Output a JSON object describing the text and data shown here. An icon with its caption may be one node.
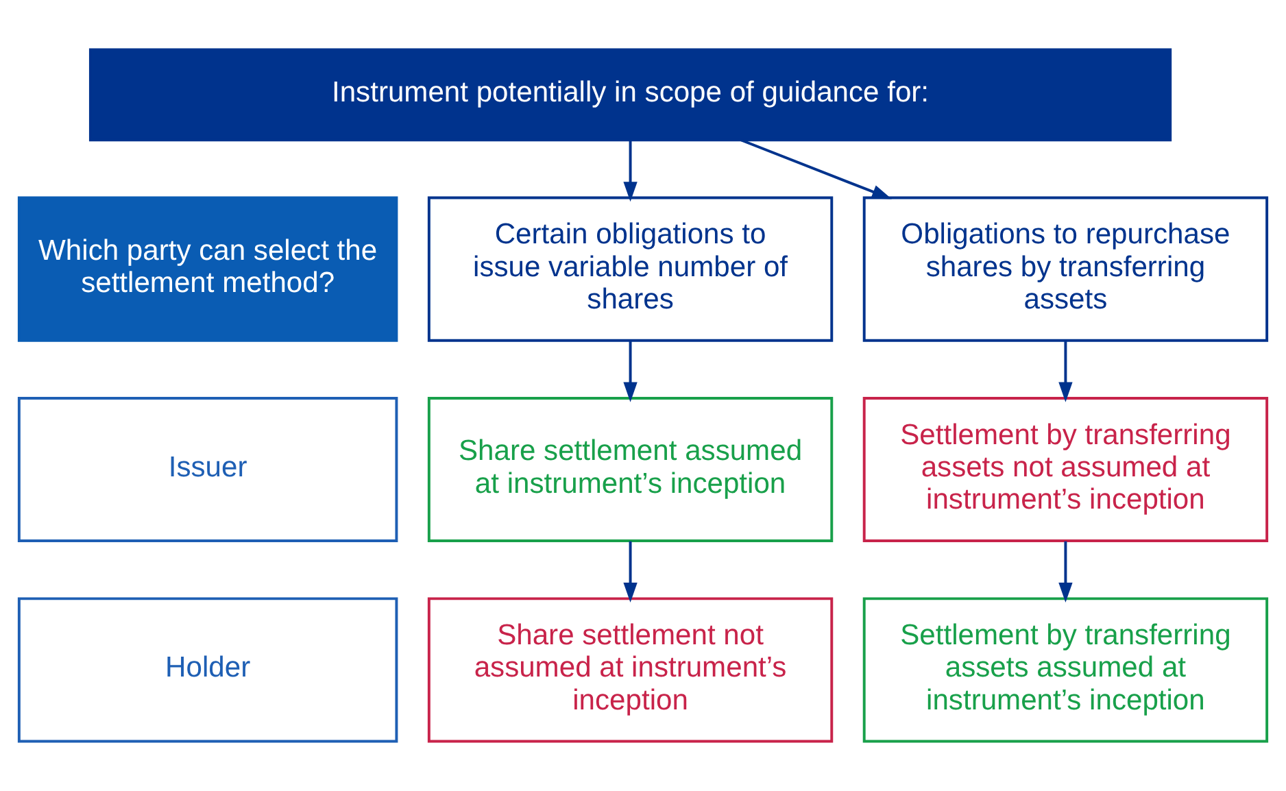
{
  "diagram": {
    "nodes": [
      {
        "text": [
          "Instrument potentially in scope of guidance for:"
        ]
      },
      {
        "text": [
          "Which party can select the settlement method?"
        ]
      },
      {
        "text": [
          "Certain obligations to issue variable number of shares"
        ]
      },
      {
        "text": [
          "Obligations to repurchase shares by transferring assets"
        ]
      },
      {
        "text": [
          "Issuer"
        ]
      },
      {
        "text": [
          "Share settlement assumed at instrument’s inception"
        ]
      },
      {
        "text": [
          "Settlement by transferring assets not assumed at instrument’s inception"
        ]
      },
      {
        "text": [
          "Holder"
        ]
      },
      {
        "text": [
          "Share settlement not assumed at instrument’s inception"
        ]
      },
      {
        "text": [
          "Settlement by transferring assets assumed at instrument’s inception"
        ]
      }
    ],
    "edges": [
      {
        "from": 0,
        "to": 2,
        "arrow": "to"
      },
      {
        "from": 0,
        "to": 3,
        "arrow": "to"
      },
      {
        "from": 2,
        "to": 5,
        "arrow": "to"
      },
      {
        "from": 3,
        "to": 6,
        "arrow": "to"
      },
      {
        "from": 5,
        "to": 8,
        "arrow": "to"
      },
      {
        "from": 6,
        "to": 9,
        "arrow": "to"
      }
    ]
  }
}
